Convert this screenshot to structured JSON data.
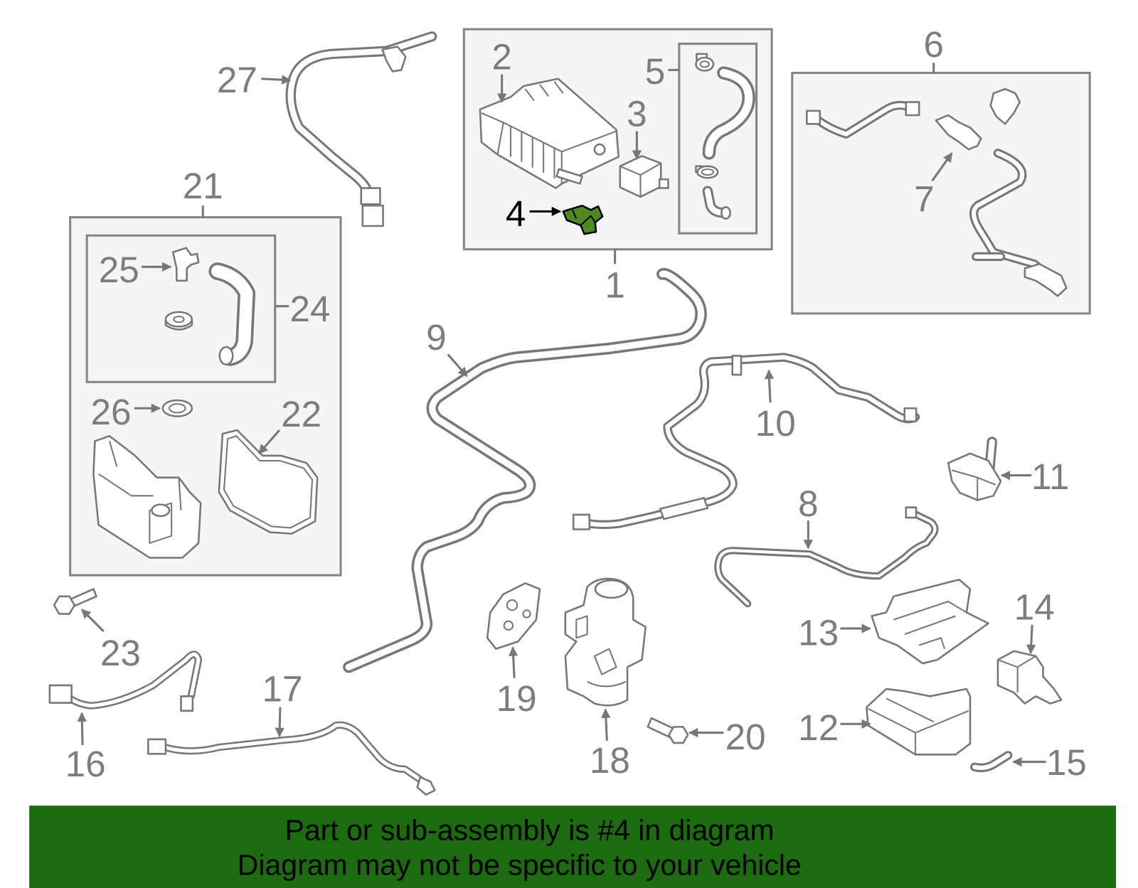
{
  "callouts": {
    "p1": "1",
    "p2": "2",
    "p3": "3",
    "p4": "4",
    "p5": "5",
    "p6": "6",
    "p7": "7",
    "p8": "8",
    "p9": "9",
    "p10": "10",
    "p11": "11",
    "p12": "12",
    "p13": "13",
    "p14": "14",
    "p15": "15",
    "p16": "16",
    "p17": "17",
    "p18": "18",
    "p19": "19",
    "p20": "20",
    "p21": "21",
    "p22": "22",
    "p23": "23",
    "p24": "24",
    "p25": "25",
    "p26": "26",
    "p27": "27"
  },
  "footer": {
    "line1": "Part or sub-assembly is #4 in diagram",
    "line2": "Diagram may not be specific to your vehicle"
  },
  "colors": {
    "highlight_part": "#4f8a1e",
    "banner": "#1d6b10",
    "callout_text": "#7d7d7d",
    "line_art": "#777777"
  }
}
